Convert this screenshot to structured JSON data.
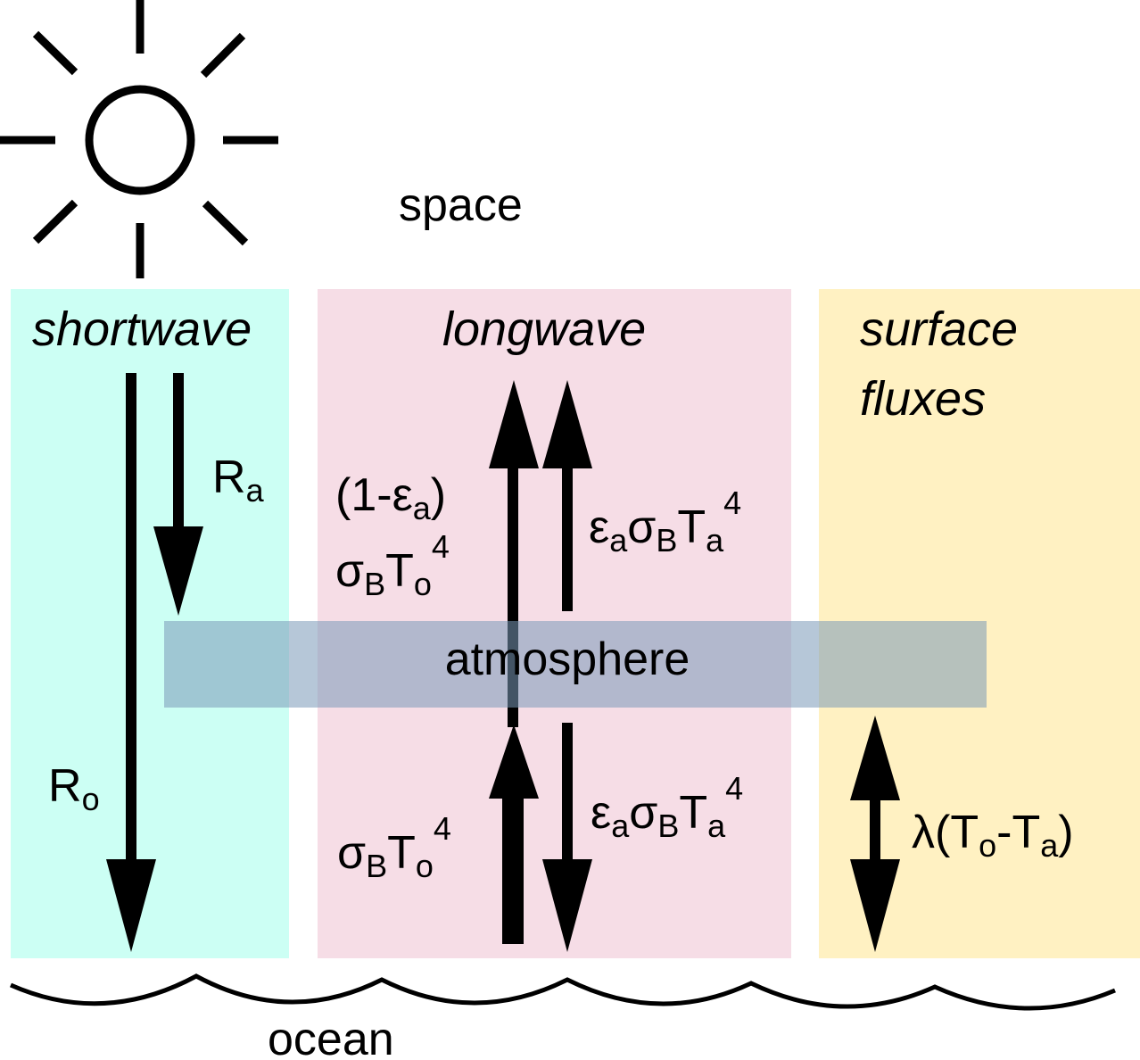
{
  "labels": {
    "space": "space",
    "ocean": "ocean",
    "atmosphere": "atmosphere",
    "shortwave": "shortwave",
    "longwave": "longwave",
    "surface_line1": "surface",
    "surface_line2": "fluxes"
  },
  "symbols": {
    "R": "R",
    "sub_a": "a",
    "sub_o": "o",
    "sub_B": "B",
    "sigma": "σ",
    "epsilon": "ε",
    "T": "T",
    "exp4": "4",
    "open_one_minus": "(1-",
    "close_paren": ")",
    "lambda_open": "λ(",
    "minus": "-"
  },
  "colors": {
    "shortwave_panel": "#ccfff4",
    "longwave_panel": "#f6dde6",
    "surface_panel": "#fff1c2",
    "atmosphere_band": "#7a99b8",
    "ink": "#000000"
  },
  "icons": {
    "sun": "sun-icon",
    "ocean_wave": "wave-line"
  }
}
